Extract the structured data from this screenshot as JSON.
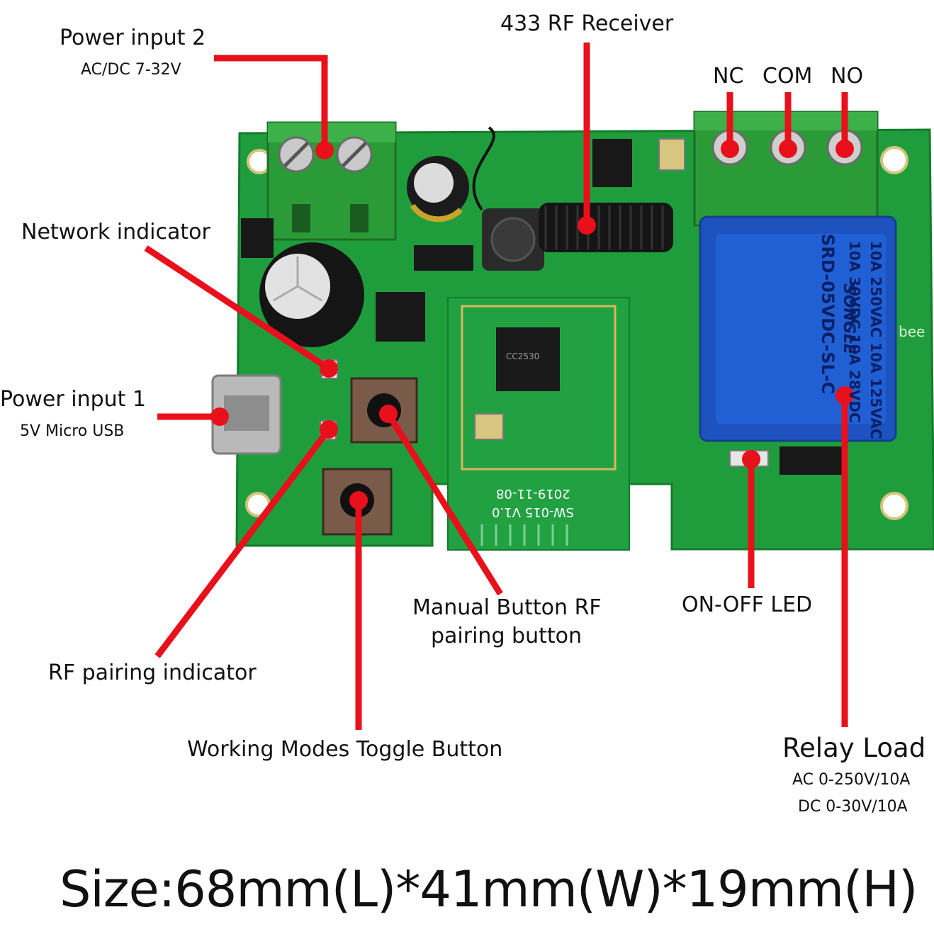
{
  "labels": {
    "power_input_2": "Power input 2",
    "power_input_2_spec": "AC/DC 7-32V",
    "rf_receiver": "433 RF Receiver",
    "nc": "NC",
    "com": "COM",
    "no": "NO",
    "network_indicator": "Network indicator",
    "power_input_1": "Power input 1",
    "power_input_1_spec": "5V Micro USB",
    "manual_button_line1": "Manual Button RF",
    "manual_button_line2": "pairing button",
    "on_off_led": "ON-OFF LED",
    "rf_pairing_indicator": "RF pairing indicator",
    "working_modes_button": "Working Modes Toggle Button",
    "relay_load": "Relay Load",
    "relay_load_ac": "AC 0-250V/10A",
    "relay_load_dc": "DC 0-30V/10A"
  },
  "board": {
    "relay_lines": [
      "10A 250VAC 10A 125VAC",
      "10A 30VDC 10A 28VDC",
      "SRD-05VDC-SL-C"
    ],
    "relay_brand": "SONGLE",
    "module_date": "2019-11-08",
    "module_version": "SW-015 V1.0",
    "chip_text": "CC2530",
    "side_text": "bee"
  },
  "size_text": "Size:68mm(L)*41mm(W)*19mm(H)",
  "colors": {
    "pcb": "#1e9a3c",
    "terminal": "#2f9a3a",
    "relay": "#1f56c4",
    "pointer": "#e8101a"
  }
}
